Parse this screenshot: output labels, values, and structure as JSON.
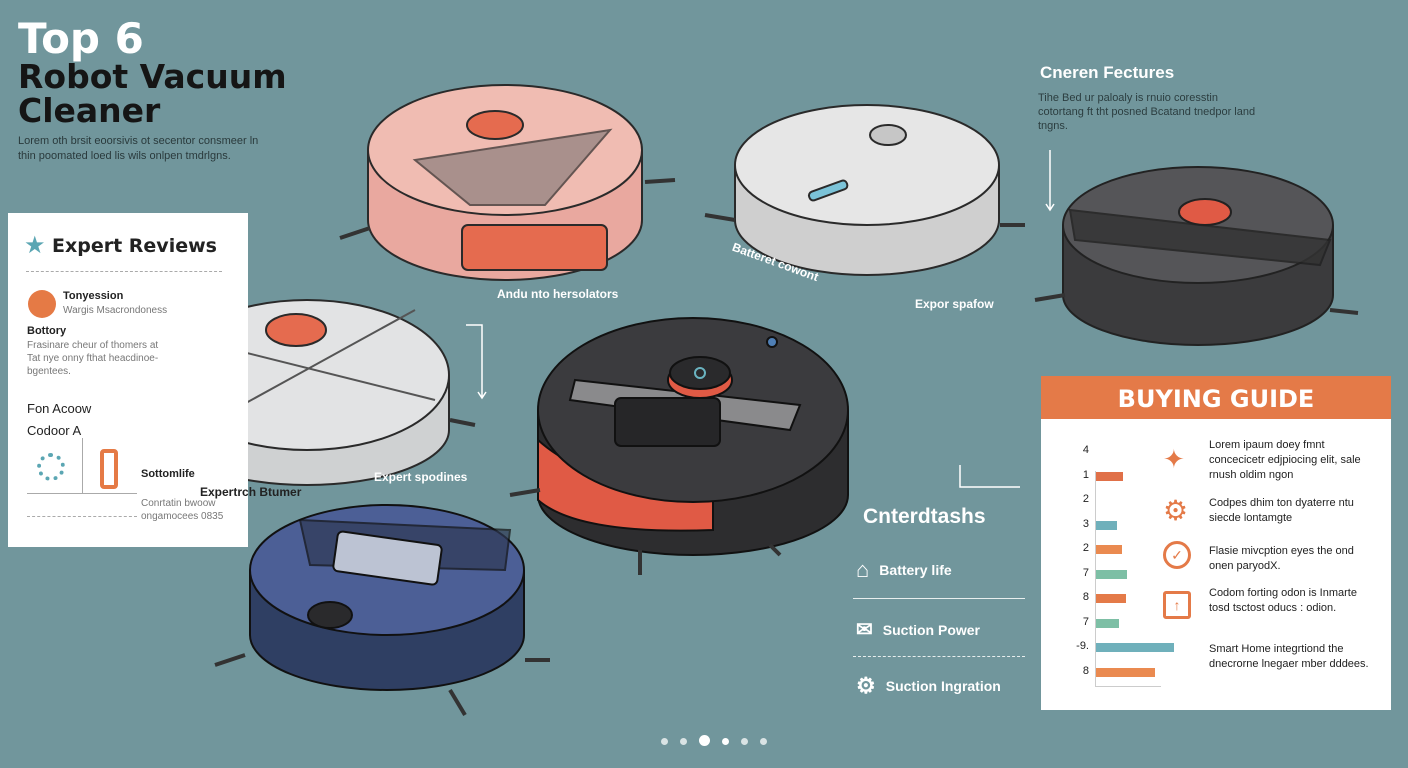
{
  "header": {
    "title_line1": "Top 6",
    "title_line2": "Robot Vacuum",
    "title_line3": "Cleaner",
    "subtitle": "Lorem oth brsit eoorsivis ot secentor consmeer ln thin poomated loed lis wils onlpen tmdrlgns."
  },
  "features": {
    "title": "Cneren Fectures",
    "text": "Tihe Bed ur paloaly is rnuio coresstin cotortang ft tht posned Bcatand tnedpor land tngns."
  },
  "reviews": {
    "title": "Expert Reviews",
    "item1_title": "Tonyession",
    "item1_sub": "Wargis Msacrondoness",
    "battery_title": "Bottory",
    "battery_text": "Frasinare cheur of thomers at Tat nye onny fthat heacdinoe-bgentees.",
    "fan_title": "Fon Acoow",
    "codoor_title": "Codoor A",
    "sottom_label": "Sottomlife",
    "footer_text": "Conrtatin bwoow ongamocees 0835"
  },
  "robot_labels": {
    "pink": "Andu nto hersolators",
    "white": "Batteret cowont",
    "dark": "Expor spafow",
    "black": "Expert spodines",
    "silver": "Expertrch Btumer"
  },
  "contents": {
    "title": "Cnterdtashs",
    "items": [
      {
        "label": "Battery life",
        "icon": "home-icon"
      },
      {
        "label": "Suction Power",
        "icon": "mail-icon"
      },
      {
        "label": "Suction Ingration",
        "icon": "gear-icon"
      }
    ]
  },
  "guide": {
    "title": "BUYING GUIDE",
    "items": [
      {
        "text": "Lorem ipaum doey fmnt concecicetr edjpiocing elit, sale rnush oldim ngon",
        "icon": "bulb-icon"
      },
      {
        "text": "Codpes dhim ton dyaterre ntu siecde lontamgte",
        "icon": "gear-icon"
      },
      {
        "text": "Flasie mivcption eyes the ond onen paryodX.",
        "icon": "check-icon"
      },
      {
        "text": "Codom forting odon is Inmarte tosd tsctost oducs : odion.",
        "icon": "upload-icon"
      },
      {
        "text": "Smart Home integrtiond the dnecrorne lnegaer mber dddees.",
        "icon": ""
      }
    ]
  },
  "chart_data": {
    "type": "bar",
    "orientation": "horizontal",
    "categories": [
      "4",
      "1",
      "2",
      "3",
      "2",
      "7",
      "8",
      "7",
      "-9.",
      "8"
    ],
    "values": [
      0,
      3.5,
      0,
      2.7,
      3.3,
      4,
      3.8,
      3,
      10,
      7.5
    ],
    "colors": [
      "#e47a48",
      "#e07048",
      "#e47a48",
      "#6fb0bb",
      "#ea8a50",
      "#7dbfa5",
      "#e47a48",
      "#7dbfa5",
      "#6fb0bb",
      "#ea8a50"
    ],
    "xlim": [
      0,
      10
    ]
  },
  "pagination": {
    "count": 6,
    "active": 3
  },
  "colors": {
    "background": "#71969c",
    "accent": "#e47a48",
    "teal": "#6fb0bb"
  }
}
